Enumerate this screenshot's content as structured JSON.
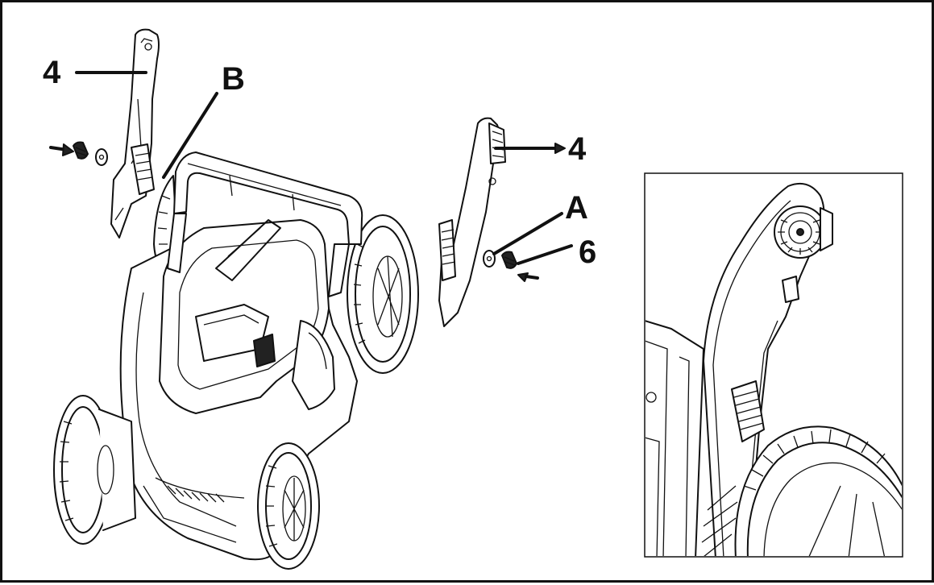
{
  "labels": {
    "top_left_part": "4",
    "clip": "B",
    "right_part": "4",
    "washer": "A",
    "nut": "6"
  },
  "colors": {
    "ink": "#111111",
    "paper": "#ffffff"
  },
  "inset": {
    "shows": "detail-view-handle-bracket"
  }
}
